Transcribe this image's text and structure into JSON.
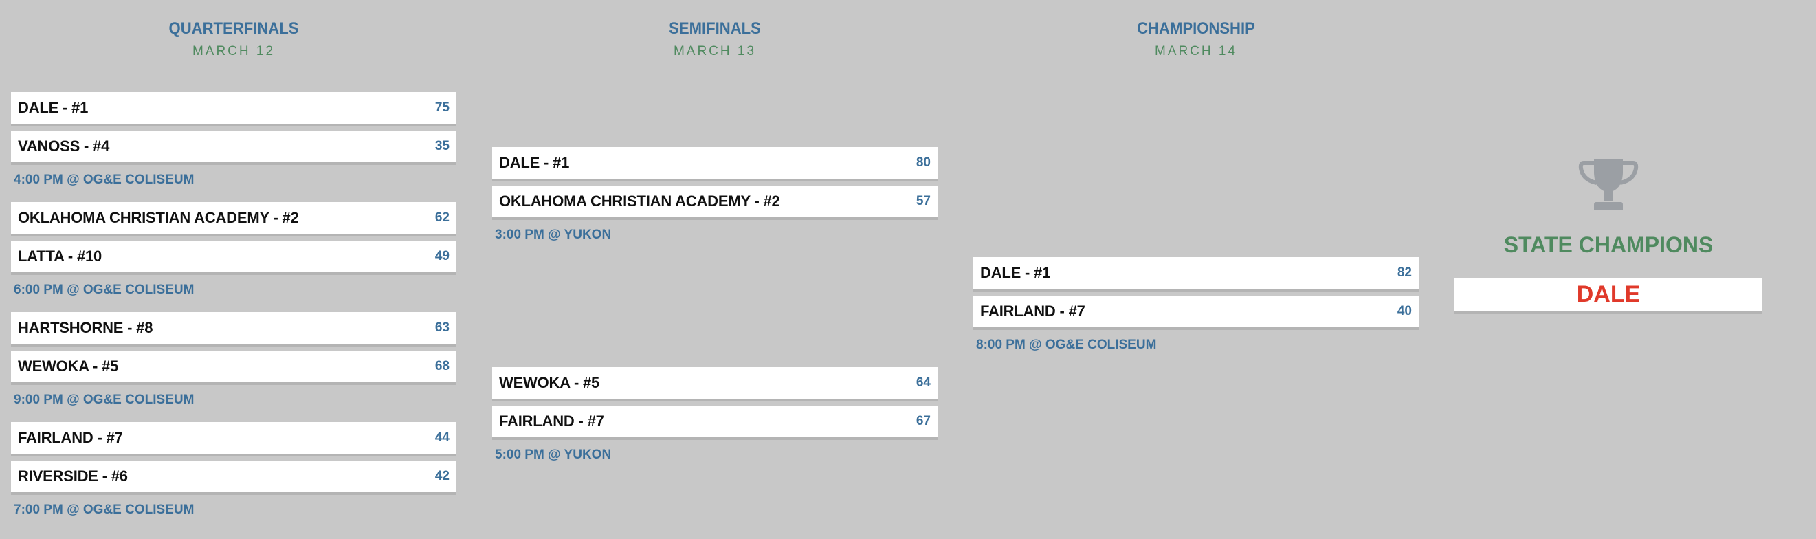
{
  "rounds": [
    {
      "title": "QUARTERFINALS",
      "date": "MARCH 12"
    },
    {
      "title": "SEMIFINALS",
      "date": "MARCH 13"
    },
    {
      "title": "CHAMPIONSHIP",
      "date": "MARCH 14"
    }
  ],
  "quarterfinals": [
    {
      "team1": {
        "name": "DALE - #1",
        "score": "75"
      },
      "team2": {
        "name": "VANOSS - #4",
        "score": "35"
      },
      "info": "4:00 PM @ OG&E COLISEUM"
    },
    {
      "team1": {
        "name": "OKLAHOMA CHRISTIAN ACADEMY - #2",
        "score": "62"
      },
      "team2": {
        "name": "LATTA - #10",
        "score": "49"
      },
      "info": "6:00 PM @ OG&E COLISEUM"
    },
    {
      "team1": {
        "name": "HARTSHORNE - #8",
        "score": "63"
      },
      "team2": {
        "name": "WEWOKA - #5",
        "score": "68"
      },
      "info": "9:00 PM @ OG&E COLISEUM"
    },
    {
      "team1": {
        "name": "FAIRLAND - #7",
        "score": "44"
      },
      "team2": {
        "name": "RIVERSIDE - #6",
        "score": "42"
      },
      "info": "7:00 PM @ OG&E COLISEUM"
    }
  ],
  "semifinals": [
    {
      "team1": {
        "name": "DALE - #1",
        "score": "80"
      },
      "team2": {
        "name": "OKLAHOMA CHRISTIAN ACADEMY - #2",
        "score": "57"
      },
      "info": "3:00 PM @ YUKON"
    },
    {
      "team1": {
        "name": "WEWOKA - #5",
        "score": "64"
      },
      "team2": {
        "name": "FAIRLAND - #7",
        "score": "67"
      },
      "info": "5:00 PM @ YUKON"
    }
  ],
  "championship": [
    {
      "team1": {
        "name": "DALE - #1",
        "score": "82"
      },
      "team2": {
        "name": "FAIRLAND - #7",
        "score": "40"
      },
      "info": "8:00 PM @ OG&E COLISEUM"
    }
  ],
  "champion": {
    "label": "STATE CHAMPIONS",
    "name": "DALE",
    "icon": "trophy-icon"
  },
  "colors": {
    "background": "#c8c8c8",
    "blue": "#3b6f9a",
    "green": "#4f8a5f",
    "red": "#e0392a"
  }
}
